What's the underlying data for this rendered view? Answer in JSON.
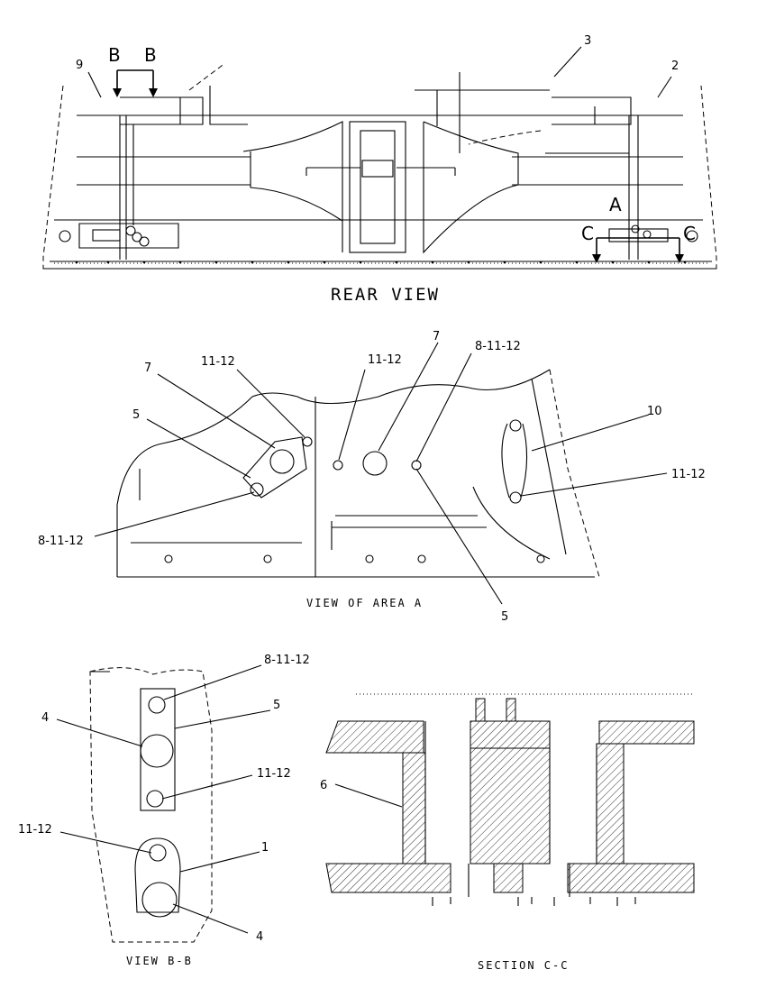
{
  "rear_view": {
    "title": "REAR VIEW",
    "section_b": "B",
    "section_c": "C",
    "area_a": "A",
    "callouts": {
      "c9": "9",
      "c3": "3",
      "c2": "2"
    }
  },
  "view_a": {
    "title": "VIEW OF AREA A",
    "callouts": {
      "c7a": "7",
      "c11a": "11-12",
      "c5a": "5",
      "c8a": "8-11-12",
      "c11b": "11-12",
      "c7b": "7",
      "c8b": "8-11-12",
      "c10": "10",
      "c11c": "11-12",
      "c5b": "5"
    }
  },
  "view_bb": {
    "title": "VIEW B-B",
    "callouts": {
      "c8": "8-11-12",
      "c5": "5",
      "c4a": "4",
      "c11a": "11-12",
      "c11b": "11-12",
      "c1": "1",
      "c4b": "4"
    }
  },
  "section_cc": {
    "title": "SECTION C-C",
    "callouts": {
      "c6": "6"
    }
  }
}
